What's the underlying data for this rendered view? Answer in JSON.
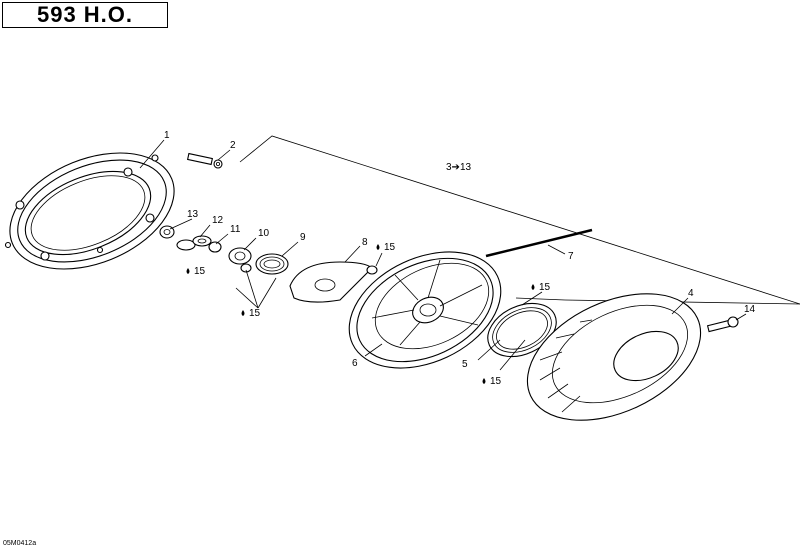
{
  "header": {
    "title": "593 H.O."
  },
  "footer": {
    "ref_code": "05M0412a"
  },
  "callouts": {
    "c1": "1",
    "c2": "2",
    "c3": "3➔13",
    "c4": "4",
    "c5": "5",
    "c6": "6",
    "c7": "7",
    "c8": "8",
    "c9": "9",
    "c10": "10",
    "c11": "11",
    "c12": "12",
    "c13": "13",
    "c14": "14"
  },
  "lubricant": {
    "l1": "15",
    "l2": "15",
    "l3": "15",
    "l4": "15",
    "l5": "15"
  }
}
